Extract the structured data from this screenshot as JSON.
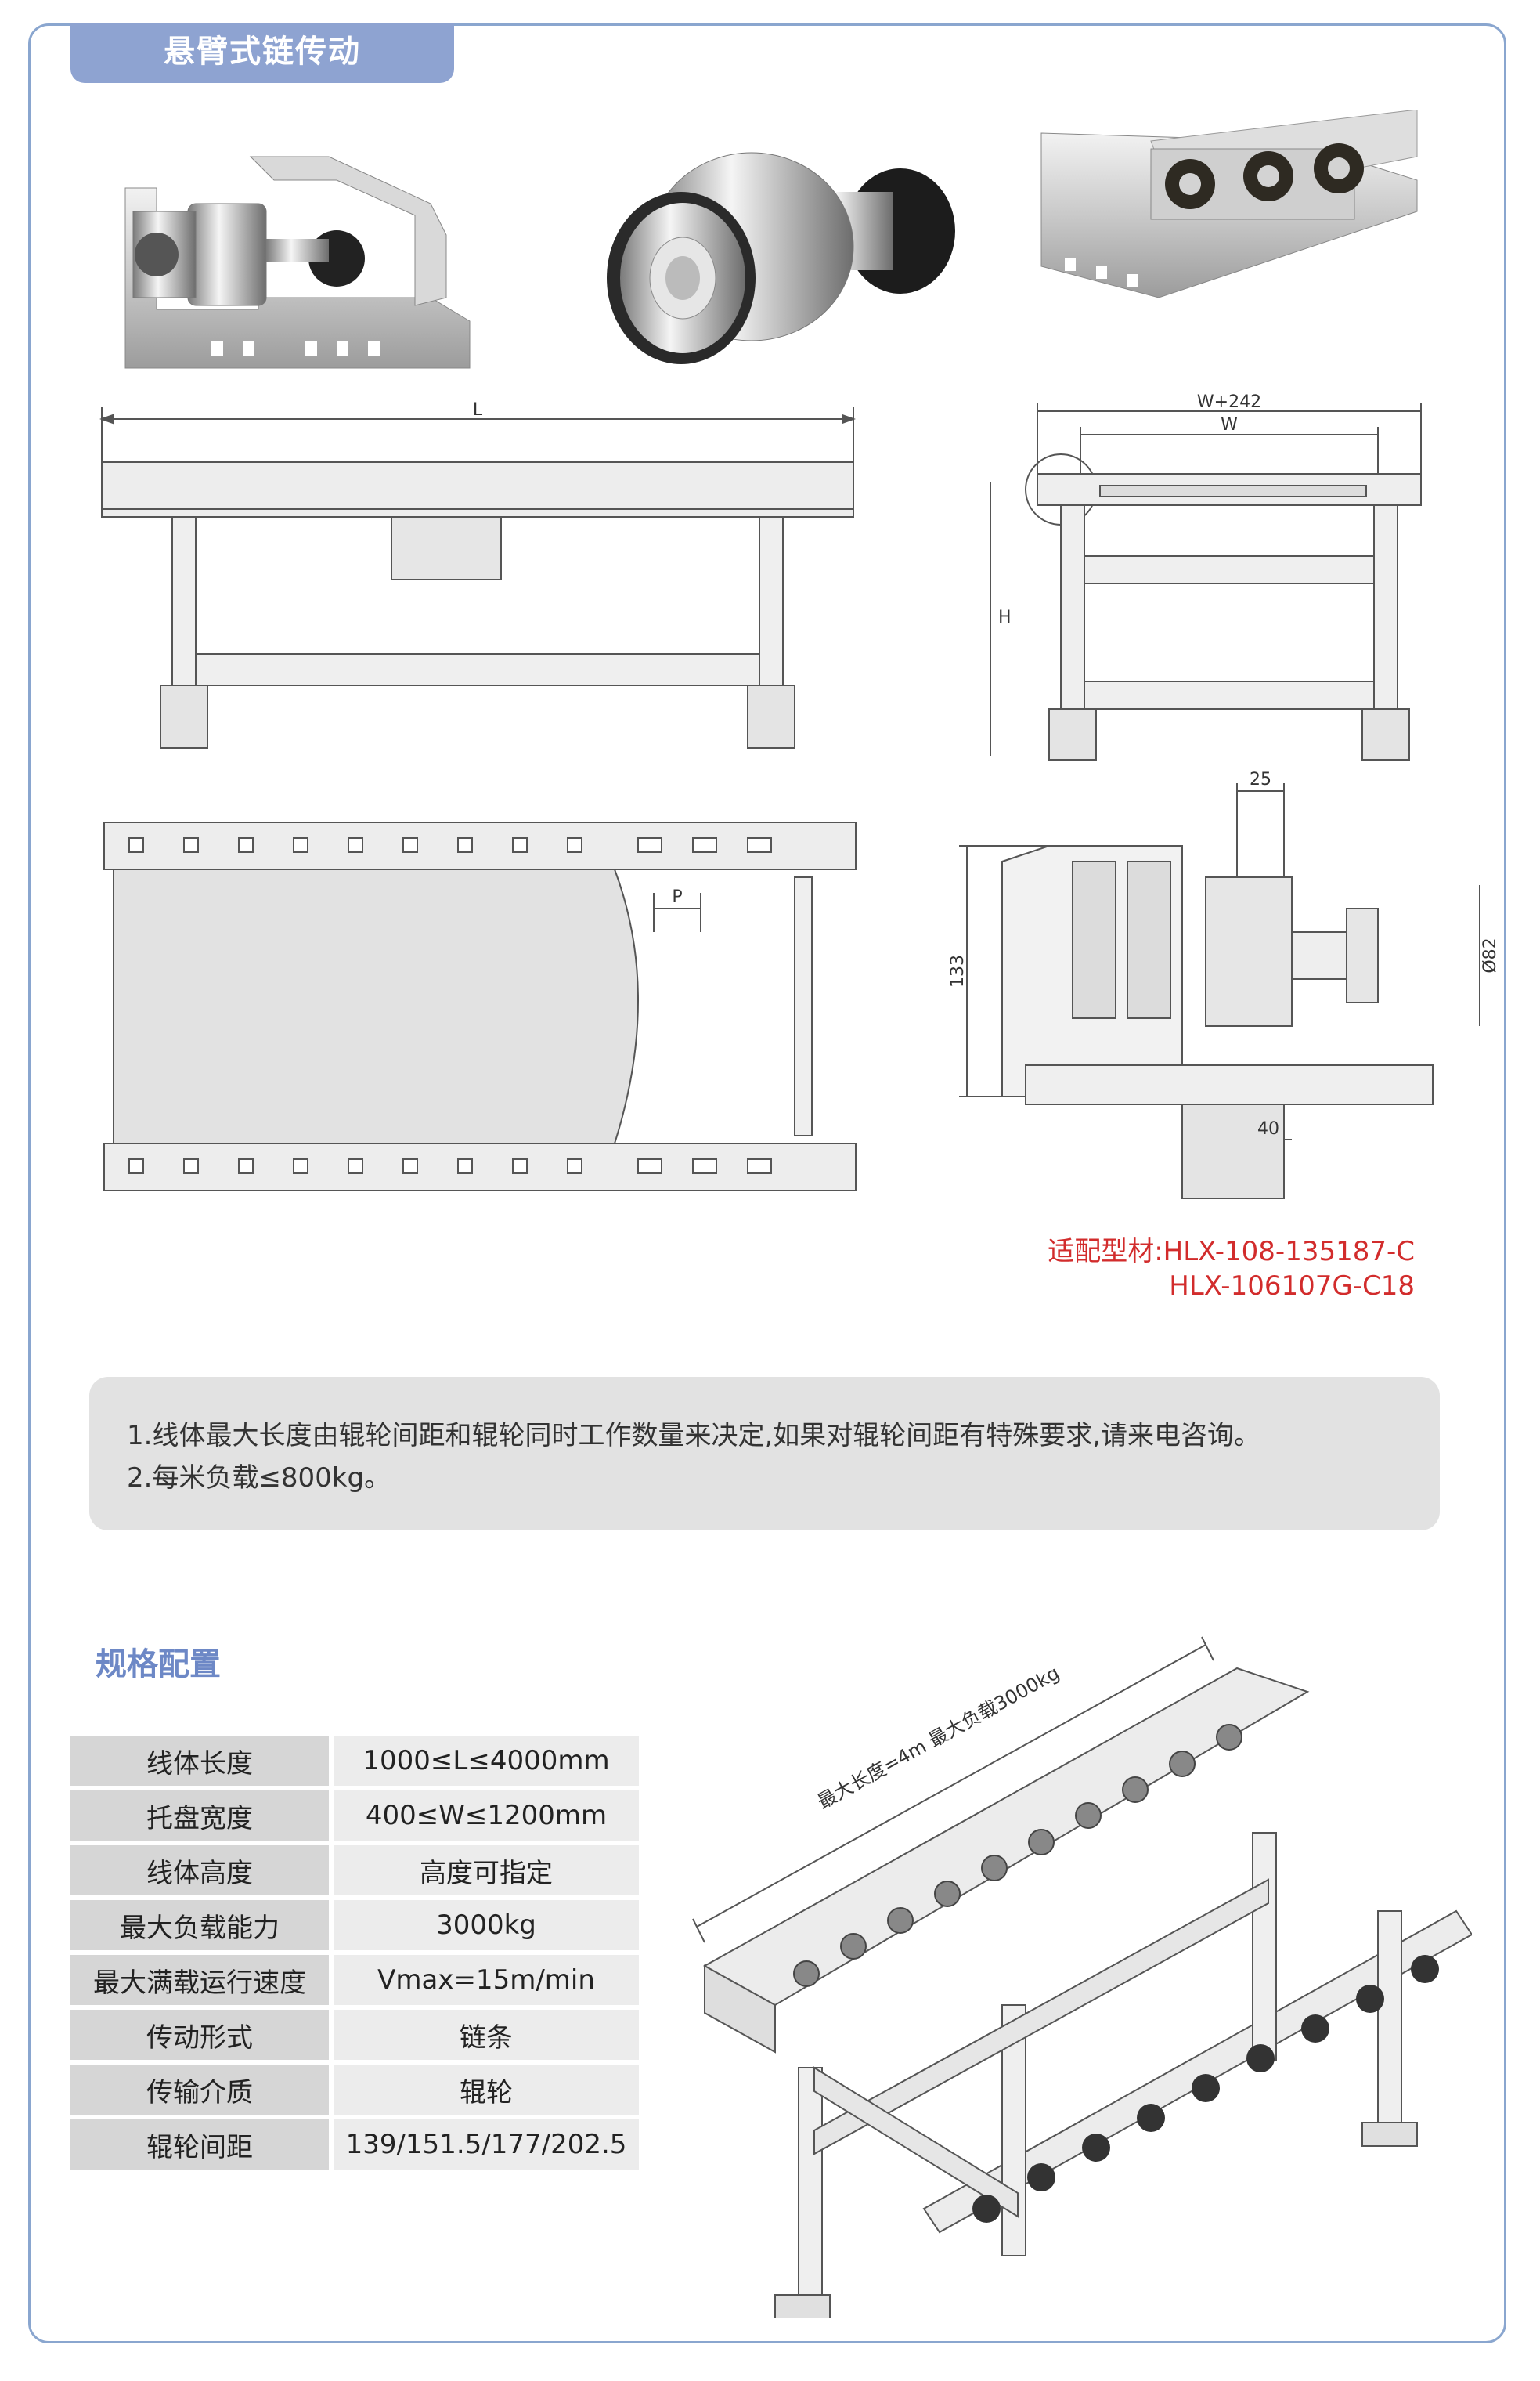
{
  "header": {
    "title": "悬臂式链传动"
  },
  "drawings": {
    "length_label": "L",
    "w_plus_label": "W+242",
    "w_label": "W",
    "h_label": "H",
    "p_label": "P",
    "dim_25": "25",
    "dim_133": "133",
    "dim_82": "Ø82",
    "dim_40": "40",
    "iso_label": "最大长度=4m  最大负载3000kg"
  },
  "profile": {
    "line1": "适配型材:HLX-108-135187-C",
    "line2": "HLX-106107G-C18"
  },
  "notes": [
    "1.线体最大长度由辊轮间距和辊轮同时工作数量来决定,如果对辊轮间距有特殊要求,请来电咨询。",
    "2.每米负载≤800kg。"
  ],
  "spec": {
    "title": "规格配置",
    "rows": [
      {
        "k": "线体长度",
        "v": "1000≤L≤4000mm"
      },
      {
        "k": "托盘宽度",
        "v": "400≤W≤1200mm"
      },
      {
        "k": "线体高度",
        "v": "高度可指定"
      },
      {
        "k": "最大负载能力",
        "v": "3000kg"
      },
      {
        "k": "最大满载运行速度",
        "v": "Vmax=15m/min"
      },
      {
        "k": "传动形式",
        "v": "链条"
      },
      {
        "k": "传输介质",
        "v": "辊轮"
      },
      {
        "k": "辊轮间距",
        "v": "139/151.5/177/202.5"
      }
    ]
  },
  "colors": {
    "frame": "#8aa6cf",
    "tab": "#8ea3d1",
    "accent_red": "#d22c2c",
    "spec_title": "#6d88c6"
  }
}
